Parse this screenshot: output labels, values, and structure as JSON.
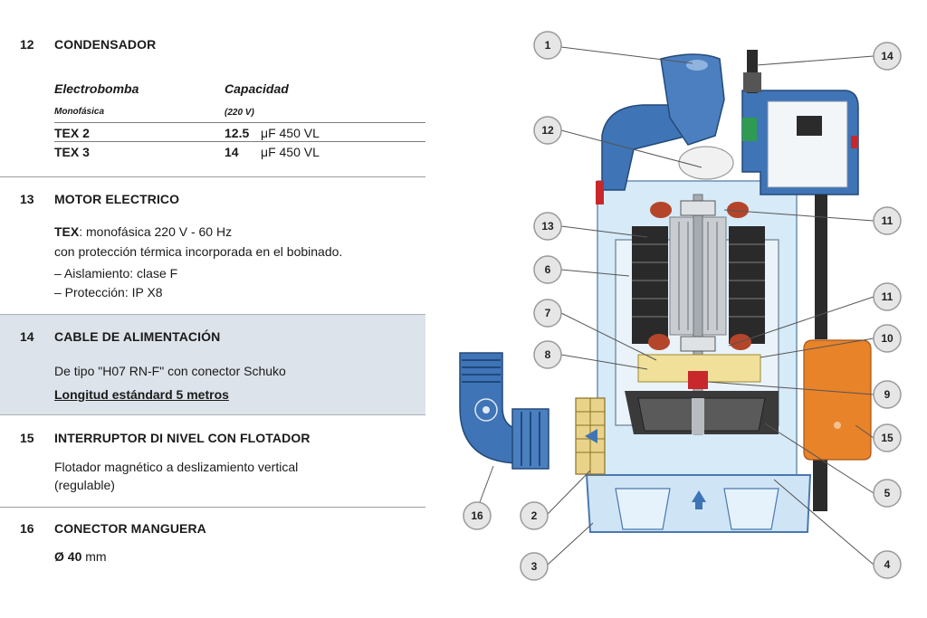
{
  "sec12": {
    "num": "12",
    "title": "CONDENSADOR",
    "col1_head": "Electrobomba",
    "col2_head": "Capacidad",
    "col1_sub": "Monofásica",
    "col2_sub": "(220 V)",
    "rows": [
      {
        "model": "TEX 2",
        "value": "12.5",
        "unit": "μF 450 VL"
      },
      {
        "model": "TEX 3",
        "value": "14",
        "unit": "μF 450 VL"
      }
    ]
  },
  "sec13": {
    "num": "13",
    "title": "MOTOR ELECTRICO",
    "l1_bold": "TEX",
    "l1_rest": ": monofásica 220 V - 60 Hz",
    "l2": "con protección térmica incorporada en el bobinado.",
    "l3": "– Aislamiento: clase F",
    "l4": "– Protección: IP X8"
  },
  "sec14": {
    "num": "14",
    "title": "CABLE DE ALIMENTACIÓN",
    "l1": "De tipo \"H07 RN-F\" con conector Schuko",
    "l2": "Longitud estándard 5 metros"
  },
  "sec15": {
    "num": "15",
    "title": "INTERRUPTOR DI NIVEL CON FLOTADOR",
    "l1": "Flotador magnético a deslizamiento vertical",
    "l2": "(regulable)"
  },
  "sec16": {
    "num": "16",
    "title": "CONECTOR MANGUERA",
    "l1_bold": "Ø 40",
    "l1_rest": " mm"
  },
  "callouts": {
    "c1": "1",
    "c2": "2",
    "c3": "3",
    "c4": "4",
    "c5": "5",
    "c6": "6",
    "c7": "7",
    "c8": "8",
    "c9": "9",
    "c10": "10",
    "c11a": "11",
    "c11b": "11",
    "c12": "12",
    "c13": "13",
    "c14": "14",
    "c15": "15",
    "c16": "16"
  },
  "colors": {
    "pump_blue": "#3f74b6",
    "water_blue": "#cfe6f5",
    "float_orange": "#e8832a",
    "winding": "#2a2a2a",
    "callout_fill": "#e6e6e6"
  }
}
